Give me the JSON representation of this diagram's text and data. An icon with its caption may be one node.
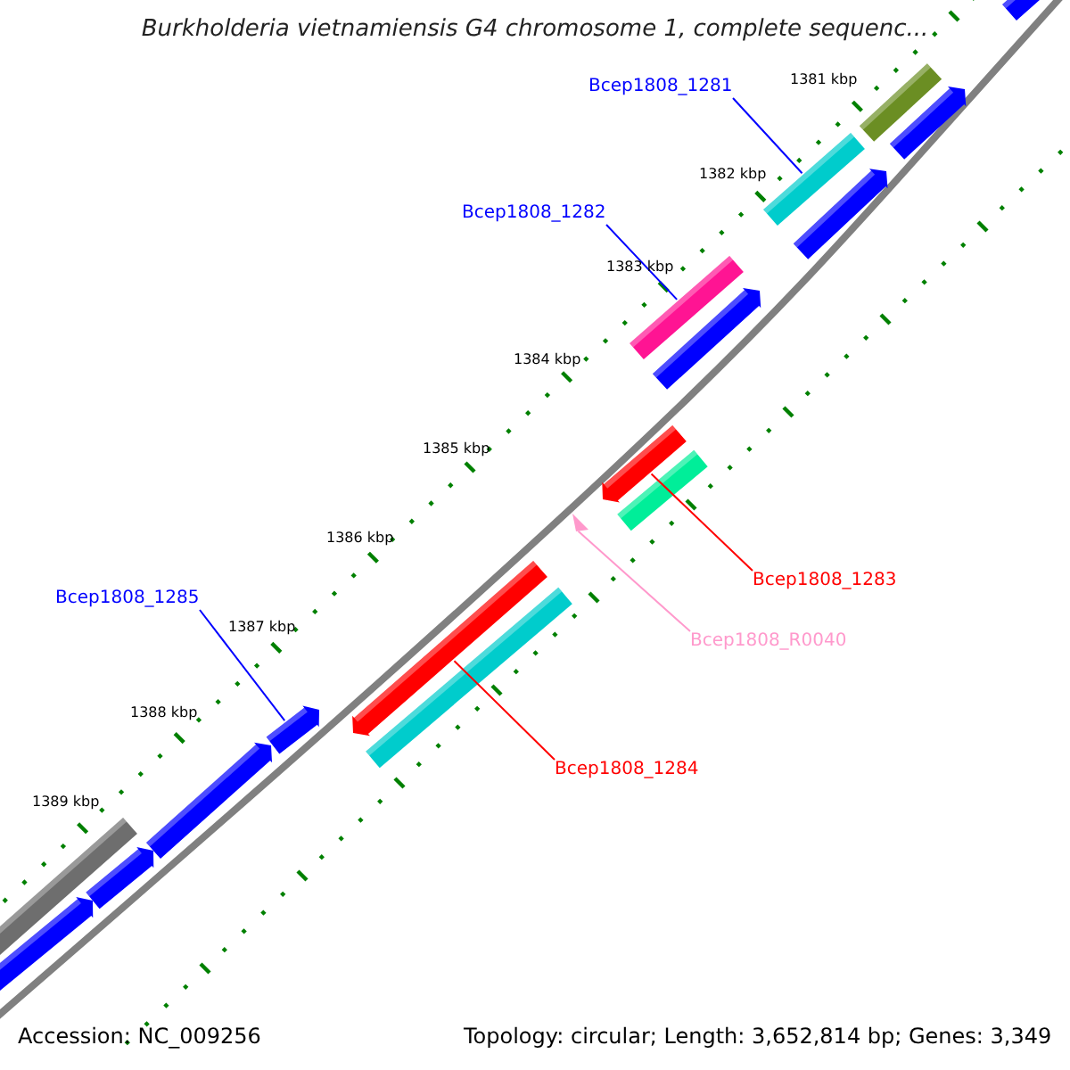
{
  "diagram": {
    "title": "Burkholderia vietnamiensis G4 chromosome 1, complete sequenc...",
    "nodes": [
      {
        "text": [
          "Bcep1808_1281"
        ]
      },
      {
        "text": [
          "Bcep1808_1282"
        ]
      },
      {
        "text": [
          "Bcep1808_1283"
        ]
      },
      {
        "text": [
          "Bcep1808_R0040"
        ]
      },
      {
        "text": [
          "Bcep1808_1284"
        ]
      },
      {
        "text": [
          "Bcep1808_1285"
        ]
      },
      {
        "text": [],
        "shape": "arrow"
      },
      {
        "text": [],
        "shape": "bar"
      },
      {
        "text": [],
        "shape": "arrow"
      },
      {
        "text": [],
        "shape": "bar"
      },
      {
        "text": [],
        "shape": "arrow"
      },
      {
        "text": [],
        "shape": "bar"
      },
      {
        "text": [],
        "shape": "arrow"
      },
      {
        "text": [],
        "shape": "arrow"
      },
      {
        "text": [],
        "shape": "bar"
      },
      {
        "text": [],
        "shape": "triangle"
      },
      {
        "text": [],
        "shape": "arrow"
      },
      {
        "text": [],
        "shape": "bar"
      },
      {
        "text": [],
        "shape": "arrow"
      },
      {
        "text": [],
        "shape": "arrow"
      },
      {
        "text": [],
        "shape": "bar"
      },
      {
        "text": [],
        "shape": "arrow"
      },
      {
        "text": [],
        "shape": "arrow"
      }
    ],
    "edges": [
      {
        "from": 0,
        "to": 9,
        "arrow": "none"
      },
      {
        "from": 1,
        "to": 11,
        "arrow": "none"
      },
      {
        "from": 2,
        "to": 13,
        "arrow": "none",
        "color": "#ff0000"
      },
      {
        "from": 3,
        "to": 15,
        "arrow": "none",
        "color": "#ff99cc"
      },
      {
        "from": 4,
        "to": 16,
        "arrow": "none",
        "color": "#ff0000"
      },
      {
        "from": 5,
        "to": 18,
        "arrow": "none"
      }
    ],
    "labels": [
      "1381 kbp",
      "1382 kbp",
      "1383 kbp",
      "1384 kbp",
      "1385 kbp",
      "1386 kbp",
      "1387 kbp",
      "1388 kbp",
      "1389 kbp",
      "Accession: NC_009256",
      "Topology: circular; Length: 3,652,814 bp; Genes: 3,349"
    ]
  }
}
